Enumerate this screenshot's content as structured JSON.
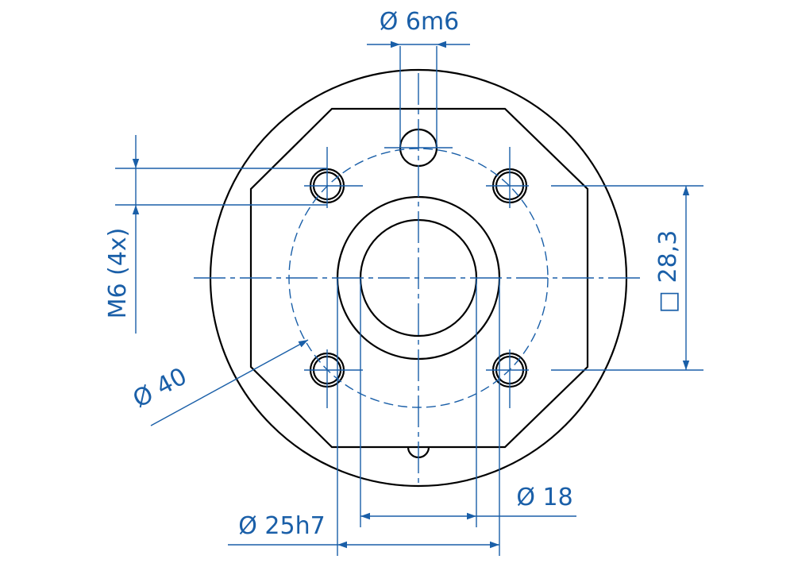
{
  "labels": {
    "pin_diameter": "Ø 6m6",
    "thread": "M6 (4x)",
    "square": "□ 28,3",
    "pitch_circle": "Ø 40",
    "bore": "Ø 18",
    "spigot": "Ø 25h7"
  },
  "colors": {
    "outline": "#000000",
    "dimension": "#1a5fa8",
    "background": "#ffffff"
  }
}
